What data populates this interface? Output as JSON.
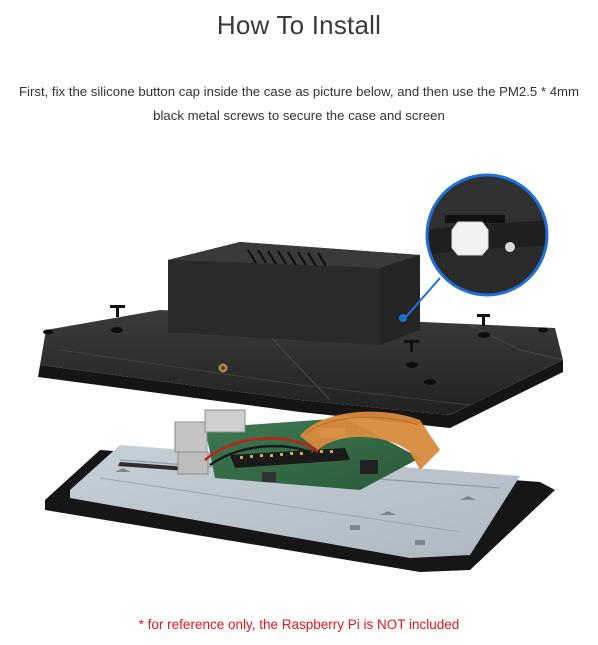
{
  "page": {
    "title": "How To Install",
    "instruction": "First, fix the silicone button cap inside the case as picture below, and then use the PM2.5 * 4mm black metal screws to secure the case and screen",
    "note": "* for reference only, the Raspberry Pi is NOT included"
  },
  "colors": {
    "title": "#3a3a3a",
    "text": "#333333",
    "note": "#e8141b",
    "highlight_ring": "#1e6fd9"
  }
}
